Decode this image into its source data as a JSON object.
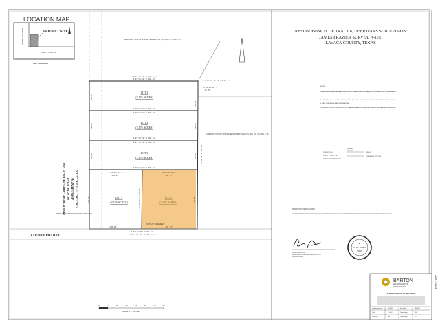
{
  "location_map": {
    "title": "LOCATION MAP",
    "project_site": "PROJECT SITE",
    "road_left": "PRIVATE ROAD 1069",
    "road_bottom": "COUNTY ROAD 14",
    "scale_note": "NOT TO SCALE"
  },
  "title": {
    "line1": "\"RESUBDIVISION OF TRACT 6, DEER OAKS SUBDIVISION\"",
    "line2": "JAMES FRAZIER SURVEY, A-171,",
    "line3": "LAVACA COUNTY, TEXAS"
  },
  "adjoiner_north": "10.88 ACRE TRACT 6 SHIRLEY GERLER VOL. 463, PG. 757 O.R.L.C.TX.",
  "adjoiner_east": "10.88 ACRE TRACT 7 JOHN STEPHEN METSGAR VOL. 400, PG. 45 O.R.L.C.TX.",
  "lots": [
    {
      "name": "LOT 1",
      "acres": "(2.176 ACRES)"
    },
    {
      "name": "LOT 2",
      "acres": "(2.176 ACRES)"
    },
    {
      "name": "LOT 3",
      "acres": "(2.176 ACRES)"
    },
    {
      "name": "LOT 4",
      "acres": "(2.176 ACRES)"
    },
    {
      "name": "LOT 5",
      "acres": "(2.176 ACRES)"
    }
  ],
  "bearings": {
    "north_record": "(N 83°19'11\" E  590.25')",
    "north": "N 83°19'11\" E  590.25'",
    "lot1_south": "S 83°19'11\" W  590.27'",
    "lot2_north": "N 83°19'11\" E  590.27'",
    "lot2_south": "S 83°19'11\" W  590.24'",
    "lot3_north": "N 83°19'11\" E  590.24'",
    "lot3_south": "S 83°19'11\" W  590.21'",
    "lot4_north": "N 83°19'11\" E",
    "lot4_north_dist": "295.24'",
    "lot5_north": "N 83°19'11\" E",
    "lot5_north_dist": "294.97'",
    "lot4_south_dist": "295.24'",
    "lot5_south_dist": "294.97'",
    "south": "S 83°22'43\" W  590.13'",
    "south_record": "(S 83°22'43\" W  590.17')",
    "ne_corner": "S 05°43'38\" E",
    "ne_corner_dist": "79.25'",
    "ne_record": "(S 05°43'38\" E (79.25'))",
    "east_lot1": "81.38'",
    "east_lot2": "160.54'",
    "east_lot3": "160.60'",
    "east_lot45": "321.56'",
    "west_lot1": "160.53'",
    "west_lot2": "160.54'",
    "west_lot3": "160.60'",
    "west_lot4": "321.09'",
    "lot_split": "S 06°40'49\" E  321.36'",
    "east_total": "S 05°41'38\" E  724.32'"
  },
  "road_west": {
    "line1": "PUBLIC ROAD - PRIVATE ROAD 1069",
    "line2": "60' WIDE ROAD",
    "line3": "(EASEMENT A)",
    "line4": "VOL.1, PG. 73-74 P.R.L.C.TX."
  },
  "utility_easement": "15' UTILITY EASEMENT",
  "point_of_beginning": "POINT OF BEGINNING FOUND 5/8\" IRON ROD",
  "county_road": "COUNTY ROAD 14",
  "scale": {
    "ticks": [
      "50",
      "0",
      "50",
      "100",
      "150",
      "200",
      "250",
      "300"
    ],
    "label": "SCALE: 1\" = 100 FEET"
  },
  "notes": {
    "heading": "NOTES:",
    "items": [
      "1.  BEARINGS SHOWN HEREON ARE BASED ON THE TEXAS COORDINATE SYSTEM OF 1983 (NAD83) SOUTH CENTRAL ZONE, PER GPS OBSERVATIONS.",
      "2.  (BEARING DISTANCE) INDICATES RECORD BEARING AND DISTANCE.",
      "3.  LAND USE: SINGLE FAMILY RESIDENTIAL.",
      "4.  THE SUBJECT PROPERTY LIES IN FLOOD ZONE \"X\", AREA OF MINIMAL FLOOD HAZARD ACCORDING TO FIRM PANEL, EFFECTIVE 11/29/2019."
    ]
  },
  "legend": {
    "heading": "LEGEND",
    "items": [
      "POWER POLE",
      "FOUND 1\" IRON PIPE",
      "SET 5/8\" IRON ROD WITH CAP STAMPED \"BPLS 6368\"",
      "FENCE",
      "OVERHEAD UTILITIES"
    ]
  },
  "certification": {
    "heading": "SURVEYOR'S CERTIFICATION:",
    "body": "I, COLE E. BARTON, AM REGISTERED IN THE STATE OF TEXAS TO PRACTICE THE PROFESSION OF LAND SURVEYING, AND DO HEREBY CERTIFY THAT THIS PLAT COMPLIES WITH THE RULES AND REGULATIONS OF LAVACA COUNTY, TEXAS, AND THAT SAID PLAT WAS PREPARED FROM A PHYSICAL SURVEY OF THE PROPERTY UNDER MY DIRECT SUPERVISION. THIS PLAT IS TRUE AND CORRECT TO THE BEST OF MY KNOWLEDGE.",
    "name": "COLE E. BARTON",
    "title": "REGISTERED PROFESSIONAL LAND SURVEYOR",
    "license": "LICENSE NO. 6368",
    "seal_name": "COLE E. BARTON",
    "seal_number": "6368"
  },
  "title_block": {
    "company": "BARTON",
    "company_sub": "& ASSOCIATES",
    "tagline": "LAND SURVEYING",
    "heading": "SUBDIVISION OF 10.88 ACRES",
    "rows": [
      [
        "Completion Date",
        "01/06/23",
        "File Name",
        "REPLAT"
      ],
      [
        "Scale",
        "1\"=100'",
        "Checked by",
        "CEB"
      ],
      [
        "Drawn by",
        "GB",
        "Checked by",
        "BJ"
      ]
    ],
    "job_number": "JOB # 22231"
  },
  "colors": {
    "lot5_fill": "#f5c98a",
    "line": "#222222",
    "brand": "#d9a400"
  }
}
